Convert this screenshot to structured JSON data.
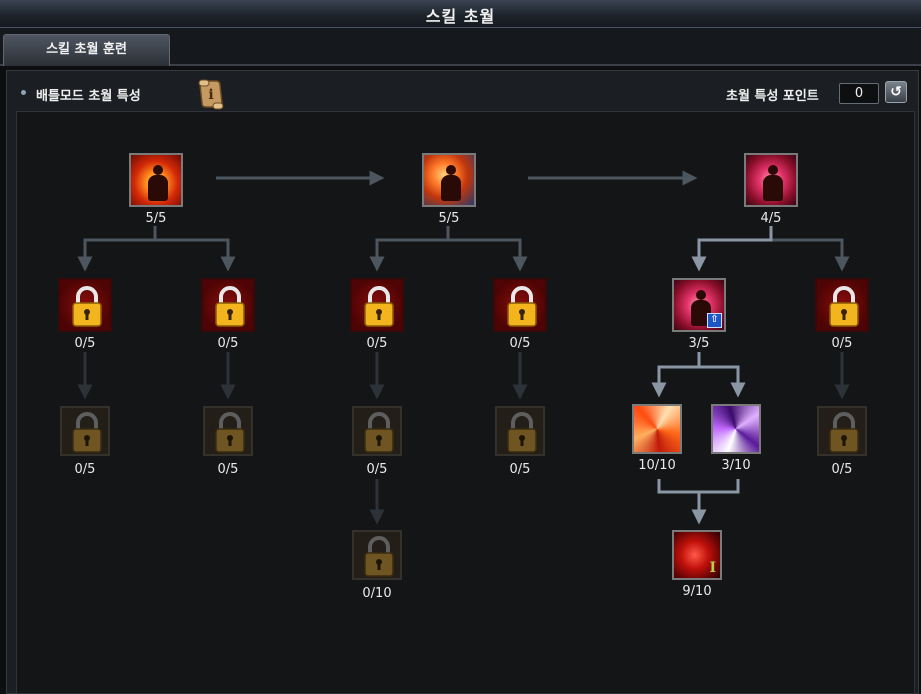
{
  "window": {
    "title": "스킬 초월"
  },
  "tabs": [
    {
      "label": "스킬 초월 훈련"
    }
  ],
  "header": {
    "label": "배틀모드 초월 특성",
    "points_label": "초월 특성 포인트",
    "points_value": "0",
    "reset_glyph": "↺"
  },
  "icons": {
    "info": "scroll-info-icon",
    "reset": "reset-icon",
    "lock": "lock-icon",
    "upgrade": "upgrade-arrow-icon"
  },
  "colors": {
    "locked_bg": "#8a0d0d",
    "connector": "#4d555e",
    "accent_green": "#b6d24a"
  },
  "skills": {
    "top1": {
      "count": "5/5"
    },
    "top2": {
      "count": "5/5"
    },
    "top3": {
      "count": "4/5"
    },
    "l1a": {
      "count": "0/5"
    },
    "l1b": {
      "count": "0/5"
    },
    "l2a": {
      "count": "0/5"
    },
    "l2b": {
      "count": "0/5"
    },
    "l3a": {
      "count": "3/5",
      "badge": "⇧"
    },
    "l3b": {
      "count": "0/5"
    },
    "m1a": {
      "count": "0/5"
    },
    "m1b": {
      "count": "0/5"
    },
    "m2a": {
      "count": "0/5"
    },
    "m2b": {
      "count": "0/5"
    },
    "m3a": {
      "count": "10/10"
    },
    "m3b": {
      "count": "3/10"
    },
    "m3c": {
      "count": "0/5"
    },
    "b2": {
      "count": "0/10"
    },
    "b3": {
      "count": "9/10",
      "badge": "I"
    }
  }
}
